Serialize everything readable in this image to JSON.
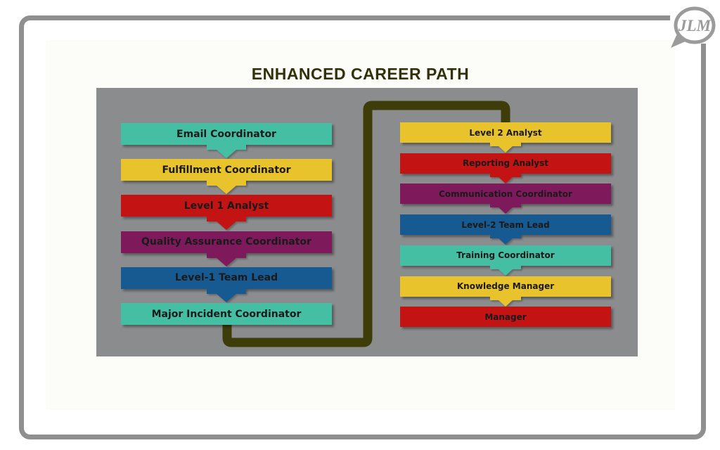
{
  "title": "ENHANCED CAREER PATH",
  "logo": {
    "text": "JLM"
  },
  "colors": {
    "teal": "#45BFA3",
    "yellow": "#E9C32B",
    "red": "#C31313",
    "purple": "#7E1A5C",
    "blue": "#175991",
    "connector": "#3E3C09",
    "panel": "#8A8C8E",
    "frame": "#8F8F8F",
    "title_text": "#32320A",
    "logo_gray": "#9B9B9B",
    "box_text": "#1A1A1A"
  },
  "left_path": {
    "items": [
      {
        "label": "Email Coordinator",
        "color": "teal"
      },
      {
        "label": "Fulfillment Coordinator",
        "color": "yellow"
      },
      {
        "label": "Level 1 Analyst",
        "color": "red"
      },
      {
        "label": "Quality Assurance Coordinator",
        "color": "purple"
      },
      {
        "label": "Level-1 Team Lead",
        "color": "blue"
      },
      {
        "label": "Major Incident Coordinator",
        "color": "teal"
      }
    ]
  },
  "right_path": {
    "items": [
      {
        "label": "Level 2 Analyst",
        "color": "yellow"
      },
      {
        "label": "Reporting Analyst",
        "color": "red"
      },
      {
        "label": "Communication Coordinator",
        "color": "purple"
      },
      {
        "label": "Level-2 Team Lead",
        "color": "blue"
      },
      {
        "label": "Training Coordinator",
        "color": "teal"
      },
      {
        "label": "Knowledge Manager",
        "color": "yellow"
      },
      {
        "label": "Manager",
        "color": "red"
      }
    ]
  }
}
